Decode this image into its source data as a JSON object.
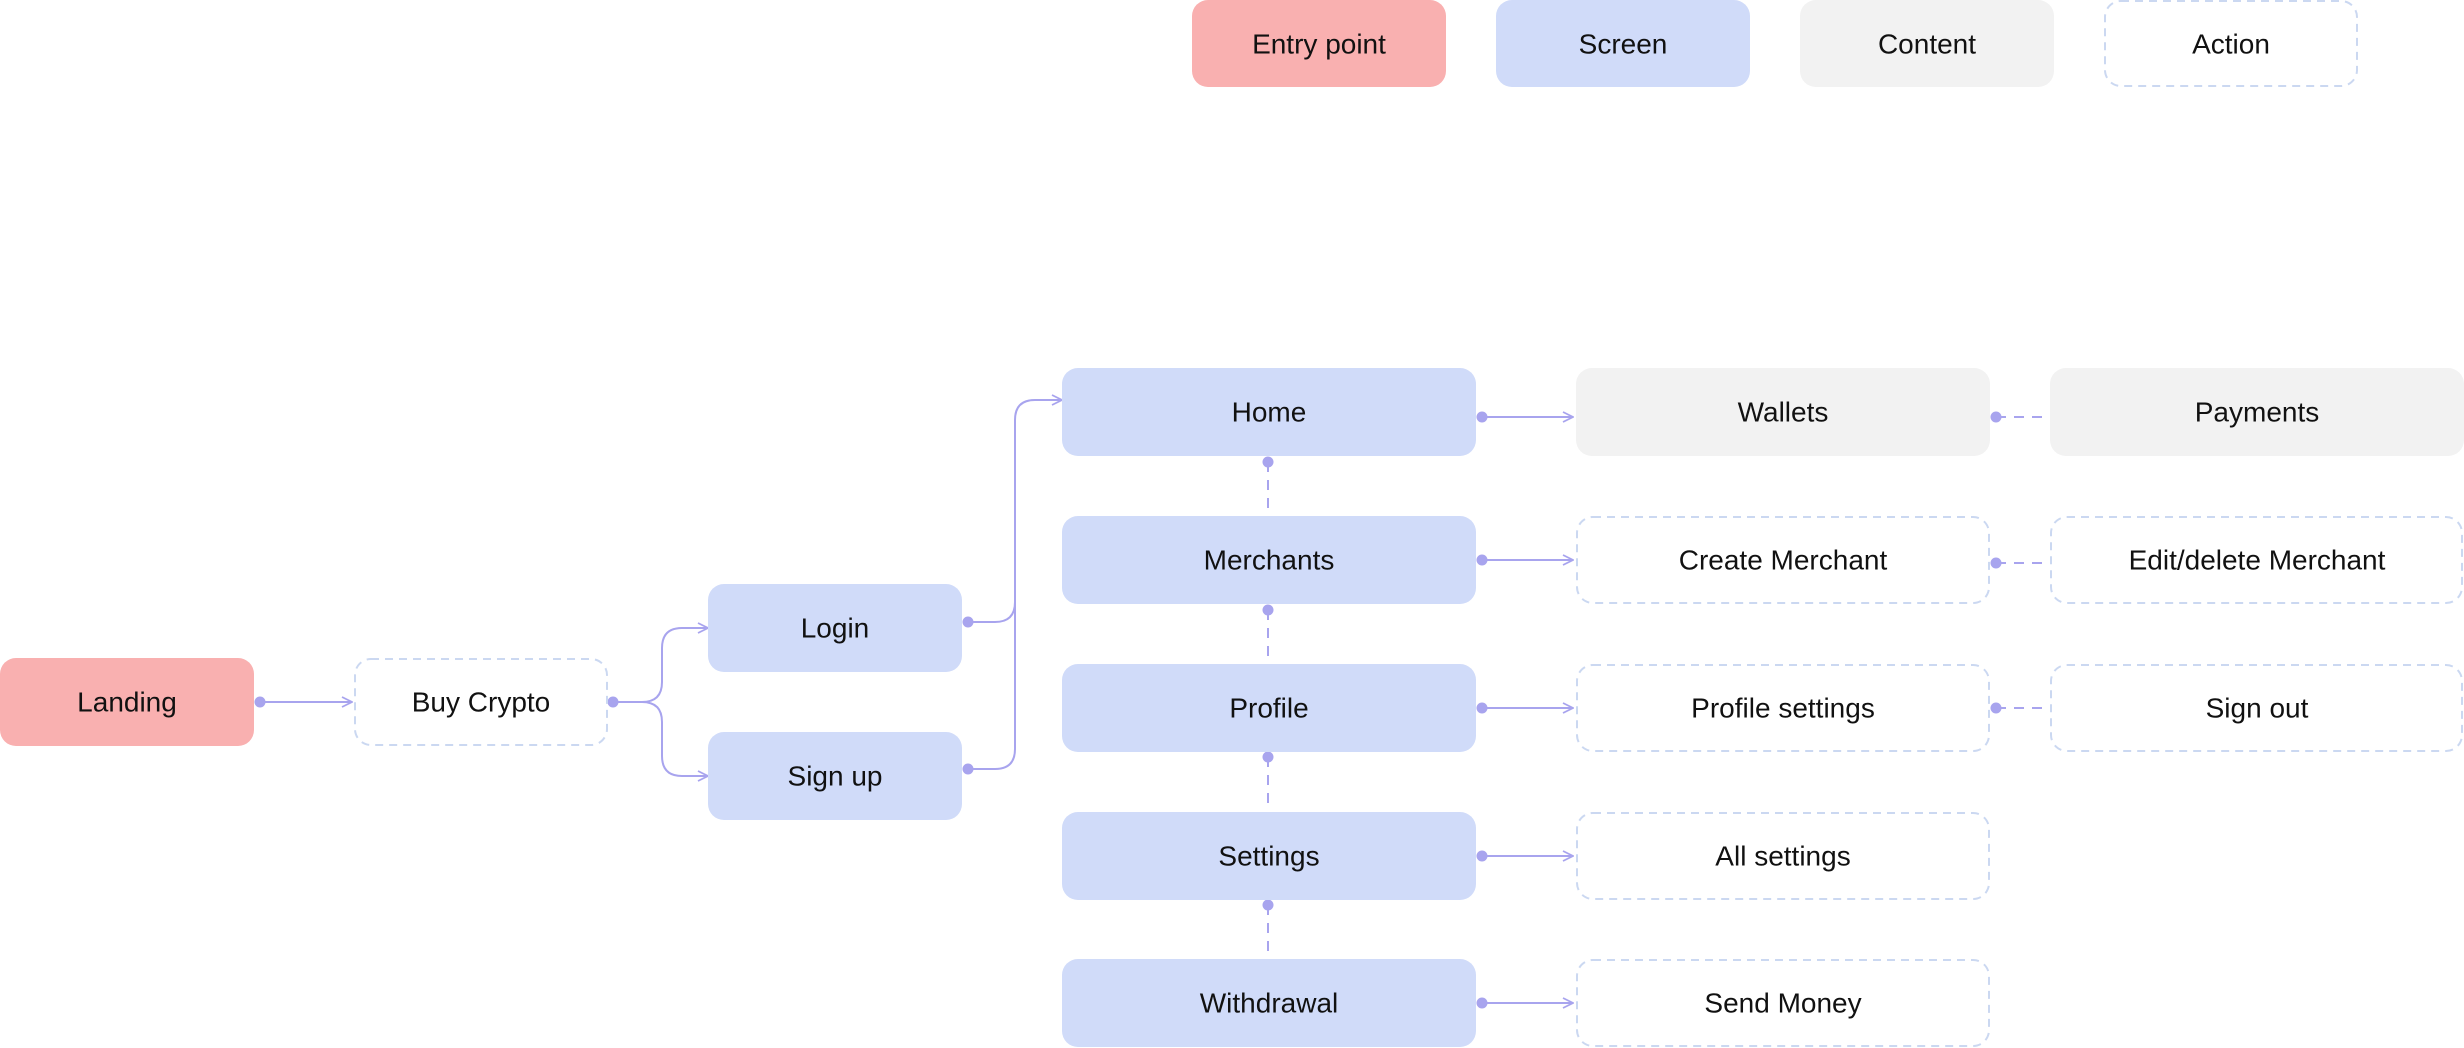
{
  "colors": {
    "entry": "#f9b0b0",
    "screen": "#d0dbf9",
    "content": "#f2f2f2",
    "action_fill": "#ffffff",
    "action_border": "#cbd8f1",
    "connector": "#a8a4ee",
    "text": "#111111"
  },
  "legend": {
    "entry": "Entry point",
    "screen": "Screen",
    "content": "Content",
    "action": "Action"
  },
  "flow": {
    "landing": "Landing",
    "buy_crypto": "Buy Crypto",
    "login": "Login",
    "sign_up": "Sign up"
  },
  "screens": {
    "home": "Home",
    "merchants": "Merchants",
    "profile": "Profile",
    "settings": "Settings",
    "withdrawal": "Withdrawal"
  },
  "details": {
    "wallets": "Wallets",
    "payments": "Payments",
    "create_merchant": "Create Merchant",
    "edit_delete_merchant": "Edit/delete Merchant",
    "profile_settings": "Profile settings",
    "sign_out": "Sign out",
    "all_settings": "All settings",
    "send_money": "Send Money"
  }
}
